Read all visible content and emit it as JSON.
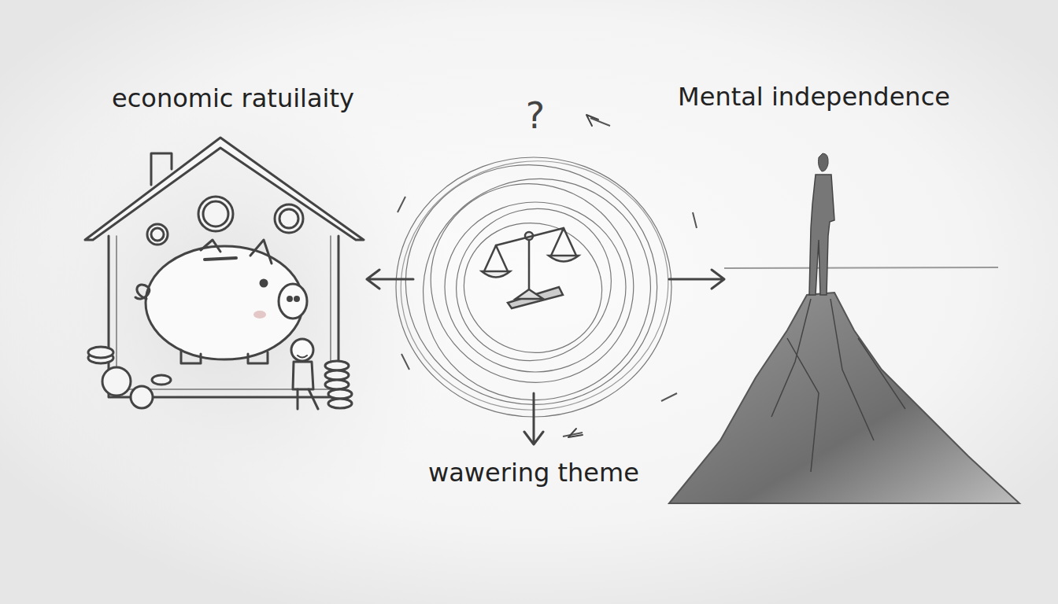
{
  "diagram": {
    "labels": [
      "economic ratuilaity",
      "Mental independence",
      "?",
      "wawering theme"
    ]
  }
}
